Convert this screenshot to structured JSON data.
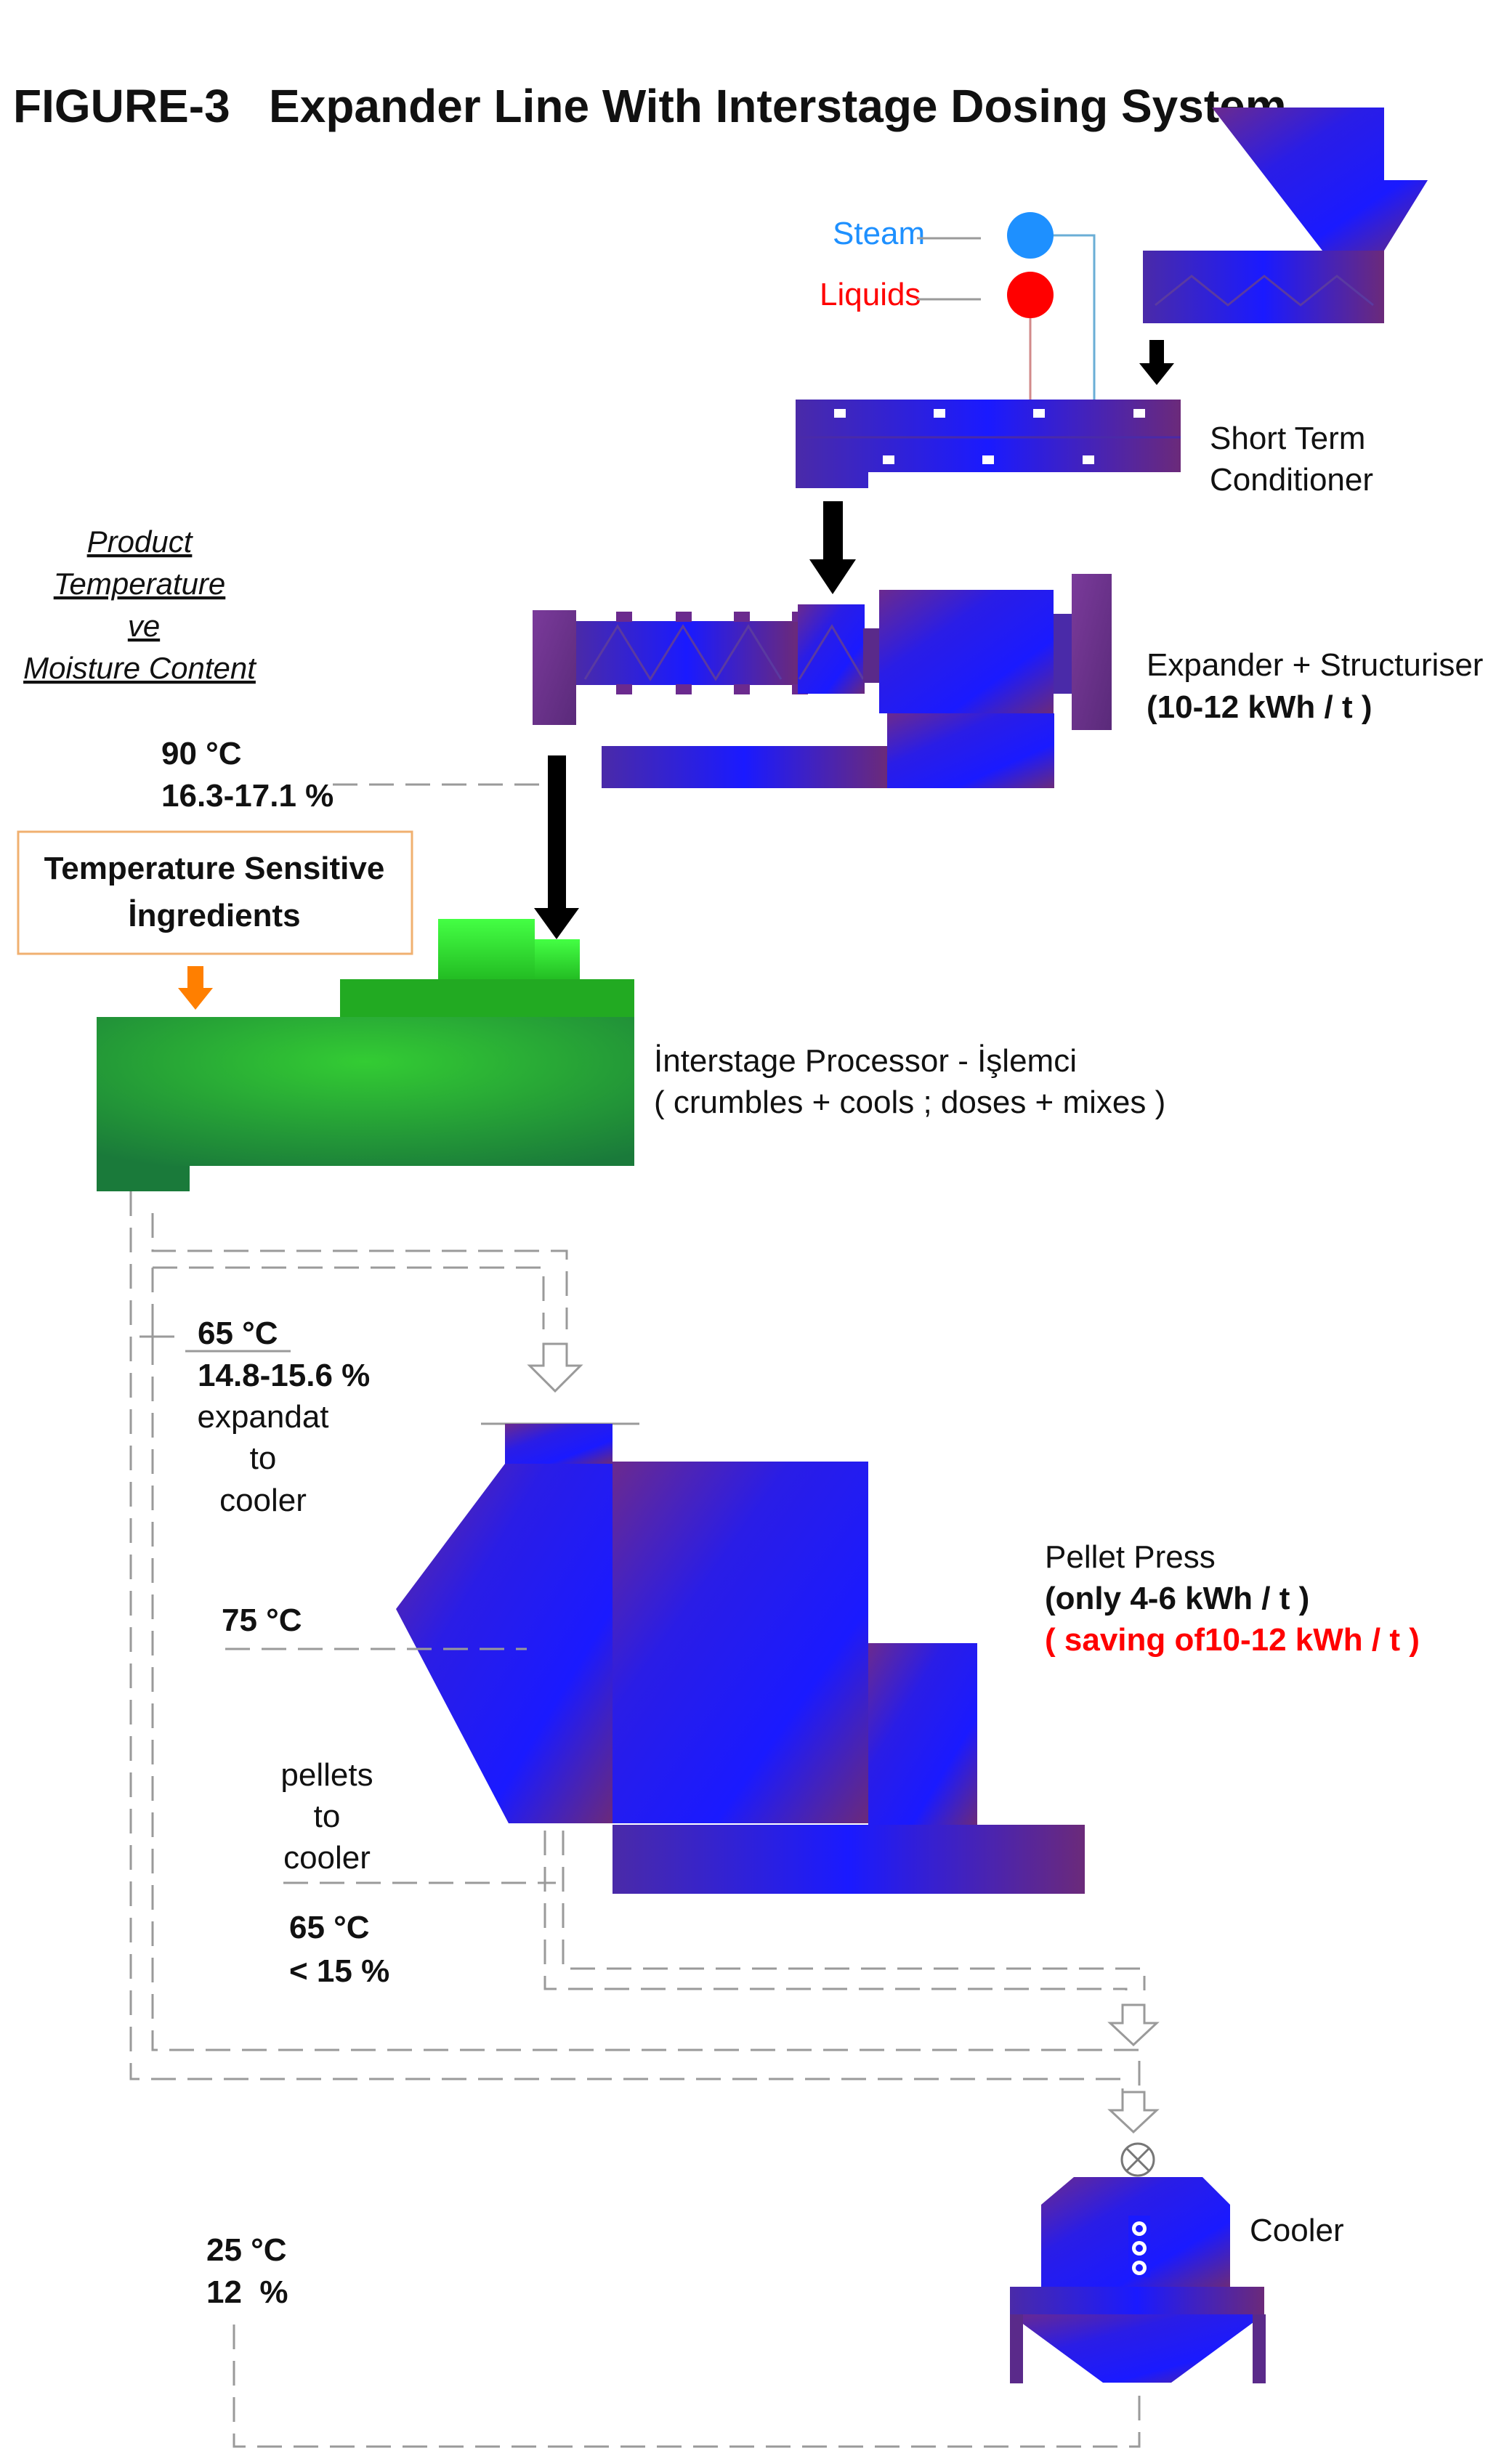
{
  "title": "FIGURE-3   Expander Line With Interstage Dosing System",
  "inputs": {
    "steam": "Steam",
    "liquids": "Liquids",
    "steam_color": "#1e90ff",
    "liquids_color": "#ff0000"
  },
  "side_note": {
    "line1": "Product",
    "line2": "Temperature",
    "line3": "ve",
    "line4": "Moisture Content"
  },
  "equipment": {
    "conditioner": {
      "line1": "Short Term",
      "line2": "Conditioner"
    },
    "expander": {
      "line1": "Expander + Structuriser",
      "line2": "(10-12 kWh / t )"
    },
    "interstage": {
      "line1": "İnterstage Processor - İşlemci",
      "line2": "( crumbles + cools ; doses + mixes )"
    },
    "pellet_press": {
      "line1": "Pellet Press",
      "line2": "(only 4-6 kWh / t )",
      "line3": "( saving of10-12 kWh / t )"
    },
    "cooler": {
      "label": "Cooler"
    }
  },
  "ingredients_box": {
    "line1": "Temperature Sensitive",
    "line2": "İngredients"
  },
  "measurements": {
    "after_expander": {
      "temp": "90 °C",
      "moisture": "16.3-17.1 %"
    },
    "expandat": {
      "temp": "65 °C",
      "moisture": "14.8-15.6 %",
      "line1": "expandat",
      "line2": "to",
      "line3": "cooler"
    },
    "press_inlet": {
      "temp": "75 °C"
    },
    "pellets": {
      "line1": "pellets",
      "line2": "to",
      "line3": "cooler",
      "temp": "65 °C",
      "moisture": "< 15 %"
    },
    "final": {
      "temp": "25 °C",
      "moisture": "12  %"
    }
  },
  "colors": {
    "blue_equipment": "#2020f0",
    "purple_shade": "#6a2a8a",
    "green_equipment": "#22cc22",
    "orange_accent": "#ff7f00",
    "saving_red": "#ff0000"
  }
}
